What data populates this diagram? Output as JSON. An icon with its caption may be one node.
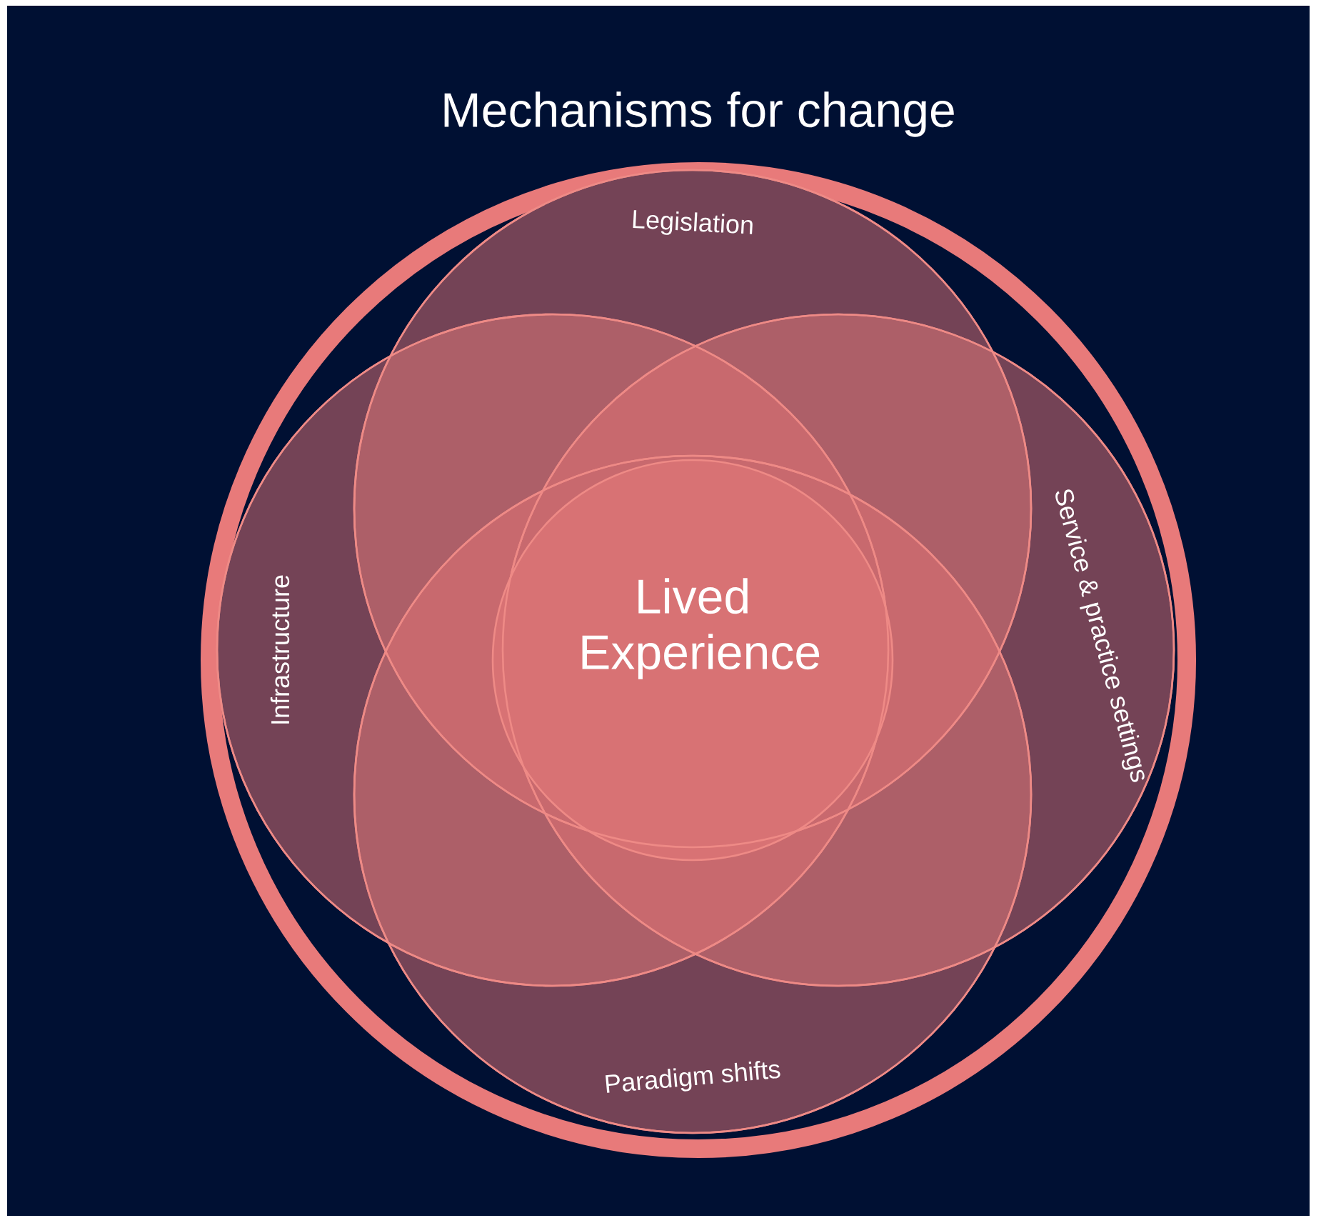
{
  "diagram": {
    "nodes": [
      {
        "text": [
          "Mechanisms for change"
        ]
      },
      {
        "text": [
          "Legislation"
        ],
        "in": 0
      },
      {
        "text": [
          "Infrastructure"
        ],
        "in": 0
      },
      {
        "text": [
          "Service & practice settings"
        ],
        "in": 0
      },
      {
        "text": [
          "Paradigm shifts"
        ],
        "in": 0
      },
      {
        "text": [
          "Lived Experience"
        ]
      }
    ]
  }
}
